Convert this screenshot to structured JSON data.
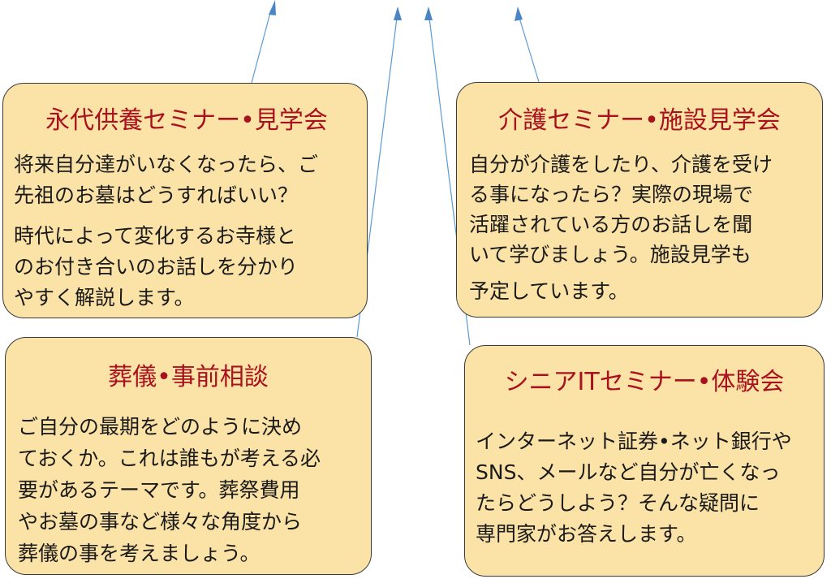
{
  "colors": {
    "card_fill": "#fbe2a6",
    "card_border": "#3a3a3a",
    "title": "#a8121e",
    "body_text": "#1a1a1a",
    "connector": "#5b9bd5"
  },
  "cards": [
    {
      "title": "永代供養セミナー•見学会",
      "paragraphs": [
        "将来自分達がいなくなったら、ご\n先祖のお墓はどうすればいい？",
        "時代によって変化するお寺様と\nのお付き合いのお話しを分かり\nやすく解説します。"
      ]
    },
    {
      "title": "介護セミナー•施設見学会",
      "paragraphs": [
        "自分が介護をしたり、介護を受け\nる事になったら？実際の現場で\n活躍されている方のお話しを聞\nいて学びましょう。施設見学も",
        "予定しています。"
      ]
    },
    {
      "title": "葬儀•事前相談",
      "paragraphs": [
        "ご自分の最期をどのように決め\nておくか。これは誰もが考える必\n要があるテーマです。葬祭費用\nやお墓の事など様々な角度から\n葬儀の事を考えましょう。"
      ]
    },
    {
      "title": "シニアITセミナー•体験会",
      "paragraphs": [
        "インターネット証券•ネット銀行や\nSNS、メールなど自分が亡くなっ\nたらどうしよう？そんな疑問に\n専門家がお答えします。"
      ]
    }
  ]
}
